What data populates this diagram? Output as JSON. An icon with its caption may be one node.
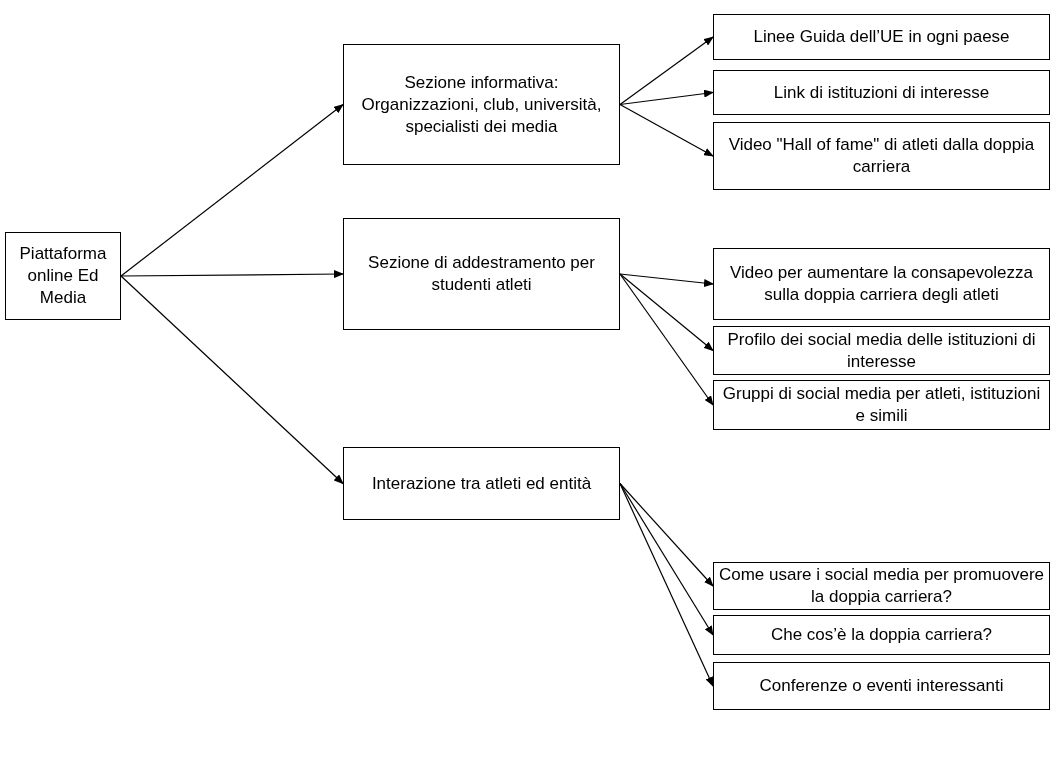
{
  "diagram": {
    "nodes": [
      {
        "text": [
          "Piattaforma online Ed Media"
        ]
      },
      {
        "text": [
          "Sezione informativa: Organizzazioni, club, università, specialisti dei media"
        ]
      },
      {
        "text": [
          "Sezione di addestramento per studenti atleti"
        ]
      },
      {
        "text": [
          "Interazione tra atleti ed entità"
        ]
      },
      {
        "text": [
          "Linee Guida dell’UE in ogni paese"
        ]
      },
      {
        "text": [
          "Link di istituzioni di interesse"
        ]
      },
      {
        "text": [
          "Video \"Hall of fame\" di atleti dalla doppia carriera"
        ]
      },
      {
        "text": [
          "Video per aumentare la consapevolezza sulla doppia carriera degli atleti"
        ]
      },
      {
        "text": [
          "Profilo dei social media delle istituzioni di interesse"
        ]
      },
      {
        "text": [
          "Gruppi di social media per atleti, istituzioni e simili"
        ]
      },
      {
        "text": [
          "Come usare i social media per promuovere la doppia carriera?"
        ]
      },
      {
        "text": [
          "Che cos’è la doppia carriera?"
        ]
      },
      {
        "text": [
          "Conferenze o eventi interessanti"
        ]
      }
    ],
    "edges": [
      {
        "from": 0,
        "to": 1,
        "arrow": "to"
      },
      {
        "from": 0,
        "to": 2,
        "arrow": "to"
      },
      {
        "from": 0,
        "to": 3,
        "arrow": "to"
      },
      {
        "from": 1,
        "to": 4,
        "arrow": "to"
      },
      {
        "from": 1,
        "to": 5,
        "arrow": "to"
      },
      {
        "from": 1,
        "to": 6,
        "arrow": "to"
      },
      {
        "from": 2,
        "to": 7,
        "arrow": "to"
      },
      {
        "from": 2,
        "to": 8,
        "arrow": "to"
      },
      {
        "from": 2,
        "to": 9,
        "arrow": "to"
      },
      {
        "from": 3,
        "to": 10,
        "arrow": "to"
      },
      {
        "from": 3,
        "to": 11,
        "arrow": "to"
      },
      {
        "from": 3,
        "to": 12,
        "arrow": "to"
      }
    ]
  }
}
